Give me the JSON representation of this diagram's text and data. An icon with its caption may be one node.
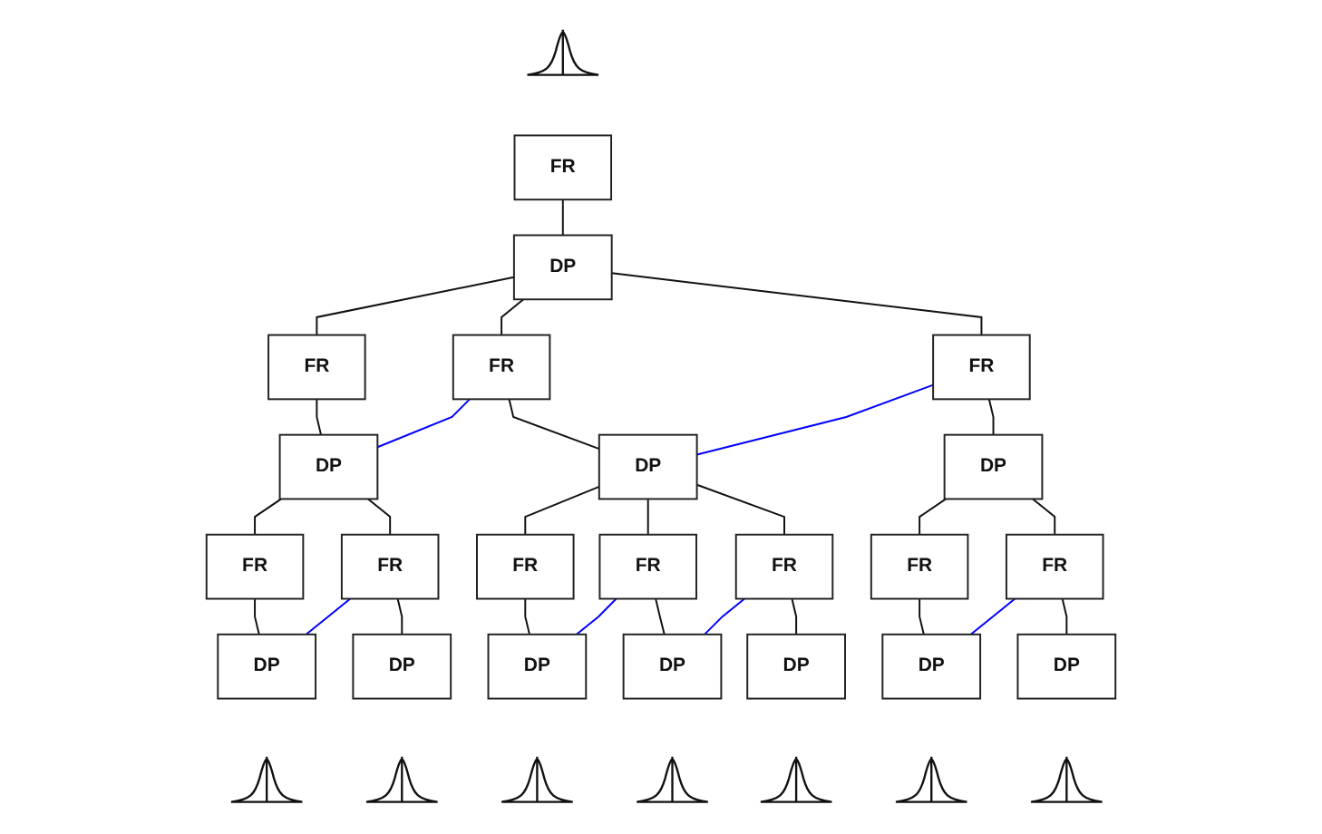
{
  "diagram": {
    "nodes": [
      {
        "text": [],
        "shape": "picture"
      },
      {
        "text": [
          "FR"
        ]
      },
      {
        "text": [
          "DP"
        ]
      },
      {
        "text": [
          "FR"
        ]
      },
      {
        "text": [
          "FR"
        ]
      },
      {
        "text": [
          "FR"
        ]
      },
      {
        "text": [
          "DP"
        ]
      },
      {
        "text": [
          "DP"
        ]
      },
      {
        "text": [
          "DP"
        ]
      },
      {
        "text": [
          "FR"
        ]
      },
      {
        "text": [
          "FR"
        ]
      },
      {
        "text": [
          "FR"
        ]
      },
      {
        "text": [
          "FR"
        ]
      },
      {
        "text": [
          "FR"
        ]
      },
      {
        "text": [
          "FR"
        ]
      },
      {
        "text": [
          "FR"
        ]
      },
      {
        "text": [
          "DP"
        ]
      },
      {
        "text": [
          "DP"
        ]
      },
      {
        "text": [
          "DP"
        ]
      },
      {
        "text": [
          "DP"
        ]
      },
      {
        "text": [
          "DP"
        ]
      },
      {
        "text": [
          "DP"
        ]
      },
      {
        "text": [
          "DP"
        ]
      },
      {
        "text": [],
        "shape": "picture"
      },
      {
        "text": [],
        "shape": "picture"
      },
      {
        "text": [],
        "shape": "picture"
      },
      {
        "text": [],
        "shape": "picture"
      },
      {
        "text": [],
        "shape": "picture"
      },
      {
        "text": [],
        "shape": "picture"
      },
      {
        "text": [],
        "shape": "picture"
      }
    ],
    "edges": [
      {
        "from": 1,
        "to": 2,
        "arrow": "none"
      },
      {
        "from": 2,
        "to": 3,
        "arrow": "none"
      },
      {
        "from": 2,
        "to": 4,
        "arrow": "none"
      },
      {
        "from": 2,
        "to": 5,
        "arrow": "none"
      },
      {
        "from": 3,
        "to": 6,
        "arrow": "none"
      },
      {
        "from": 4,
        "to": 7,
        "arrow": "none"
      },
      {
        "from": 5,
        "to": 8,
        "arrow": "none"
      },
      {
        "from": 6,
        "to": 4,
        "arrow": "none",
        "color": "#0000ff"
      },
      {
        "from": 7,
        "to": 5,
        "arrow": "none",
        "color": "#0000ff"
      },
      {
        "from": 6,
        "to": 9,
        "arrow": "none"
      },
      {
        "from": 6,
        "to": 10,
        "arrow": "none"
      },
      {
        "from": 7,
        "to": 11,
        "arrow": "none"
      },
      {
        "from": 7,
        "to": 12,
        "arrow": "none"
      },
      {
        "from": 7,
        "to": 13,
        "arrow": "none"
      },
      {
        "from": 8,
        "to": 14,
        "arrow": "none"
      },
      {
        "from": 8,
        "to": 15,
        "arrow": "none"
      },
      {
        "from": 9,
        "to": 16,
        "arrow": "none"
      },
      {
        "from": 10,
        "to": 17,
        "arrow": "none"
      },
      {
        "from": 11,
        "to": 18,
        "arrow": "none"
      },
      {
        "from": 12,
        "to": 19,
        "arrow": "none"
      },
      {
        "from": 13,
        "to": 20,
        "arrow": "none"
      },
      {
        "from": 14,
        "to": 21,
        "arrow": "none"
      },
      {
        "from": 15,
        "to": 22,
        "arrow": "none"
      },
      {
        "from": 16,
        "to": 10,
        "arrow": "none",
        "color": "#0000ff"
      },
      {
        "from": 18,
        "to": 12,
        "arrow": "none",
        "color": "#0000ff"
      },
      {
        "from": 19,
        "to": 13,
        "arrow": "none",
        "color": "#0000ff"
      },
      {
        "from": 21,
        "to": 15,
        "arrow": "none",
        "color": "#0000ff"
      }
    ]
  }
}
